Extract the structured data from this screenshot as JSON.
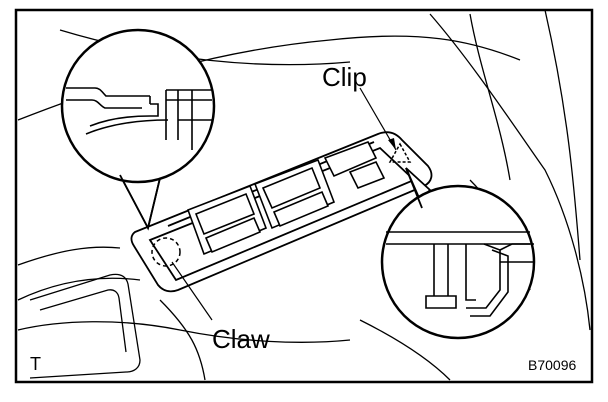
{
  "labels": {
    "clip": "Clip",
    "claw": "Claw",
    "corner": "T",
    "figure_code": "B70096"
  },
  "colors": {
    "ink": "#000000",
    "paper": "#ffffff"
  }
}
